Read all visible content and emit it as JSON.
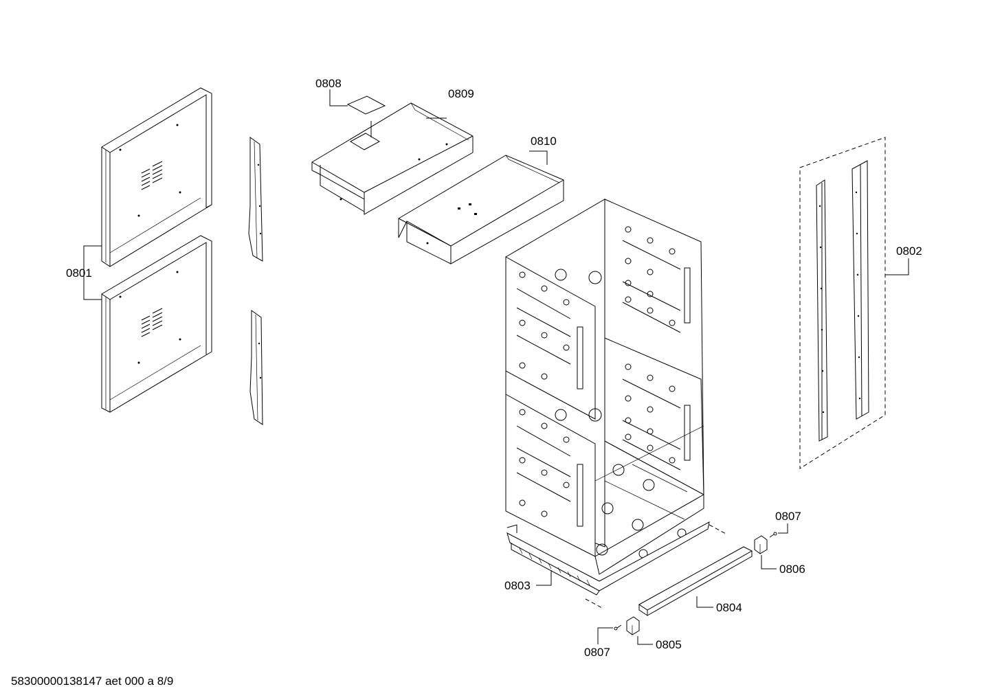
{
  "diagram": {
    "callouts": {
      "c0801": "0801",
      "c0802": "0802",
      "c0803": "0803",
      "c0804": "0804",
      "c0805": "0805",
      "c0806": "0806",
      "c0807_top": "0807",
      "c0807_bottom": "0807",
      "c0808": "0808",
      "c0809": "0809",
      "c0810": "0810"
    },
    "footer_text": "58300000138147 aet 000 a 8/9",
    "line_color": "#000000",
    "background": "#ffffff"
  }
}
